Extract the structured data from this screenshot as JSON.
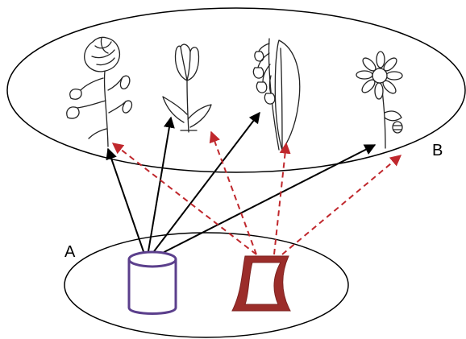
{
  "labels": {
    "set_a": "A",
    "set_b": "B"
  },
  "set_a_elements": [
    {
      "id": "cylinder",
      "shape": "cylinder-icon",
      "color": "#5b3f8c"
    },
    {
      "id": "vase",
      "shape": "vase-icon",
      "color": "#9b2d2a"
    }
  ],
  "set_b_elements": [
    {
      "id": "rose",
      "icon": "rose-icon"
    },
    {
      "id": "tulip",
      "icon": "tulip-icon"
    },
    {
      "id": "lily_of_the_valley",
      "icon": "lily-of-the-valley-icon"
    },
    {
      "id": "daisy",
      "icon": "daisy-icon"
    }
  ],
  "mappings": [
    {
      "from": "cylinder",
      "to": "rose",
      "style": "solid",
      "color": "#000000"
    },
    {
      "from": "cylinder",
      "to": "tulip",
      "style": "solid",
      "color": "#000000"
    },
    {
      "from": "cylinder",
      "to": "lily_of_the_valley",
      "style": "solid",
      "color": "#000000"
    },
    {
      "from": "cylinder",
      "to": "daisy",
      "style": "solid",
      "color": "#000000"
    },
    {
      "from": "vase",
      "to": "rose",
      "style": "dashed",
      "color": "#c0282d"
    },
    {
      "from": "vase",
      "to": "tulip",
      "style": "dashed",
      "color": "#c0282d"
    },
    {
      "from": "vase",
      "to": "lily_of_the_valley",
      "style": "dashed",
      "color": "#c0282d"
    },
    {
      "from": "vase",
      "to": "daisy",
      "style": "dashed",
      "color": "#c0282d"
    }
  ]
}
